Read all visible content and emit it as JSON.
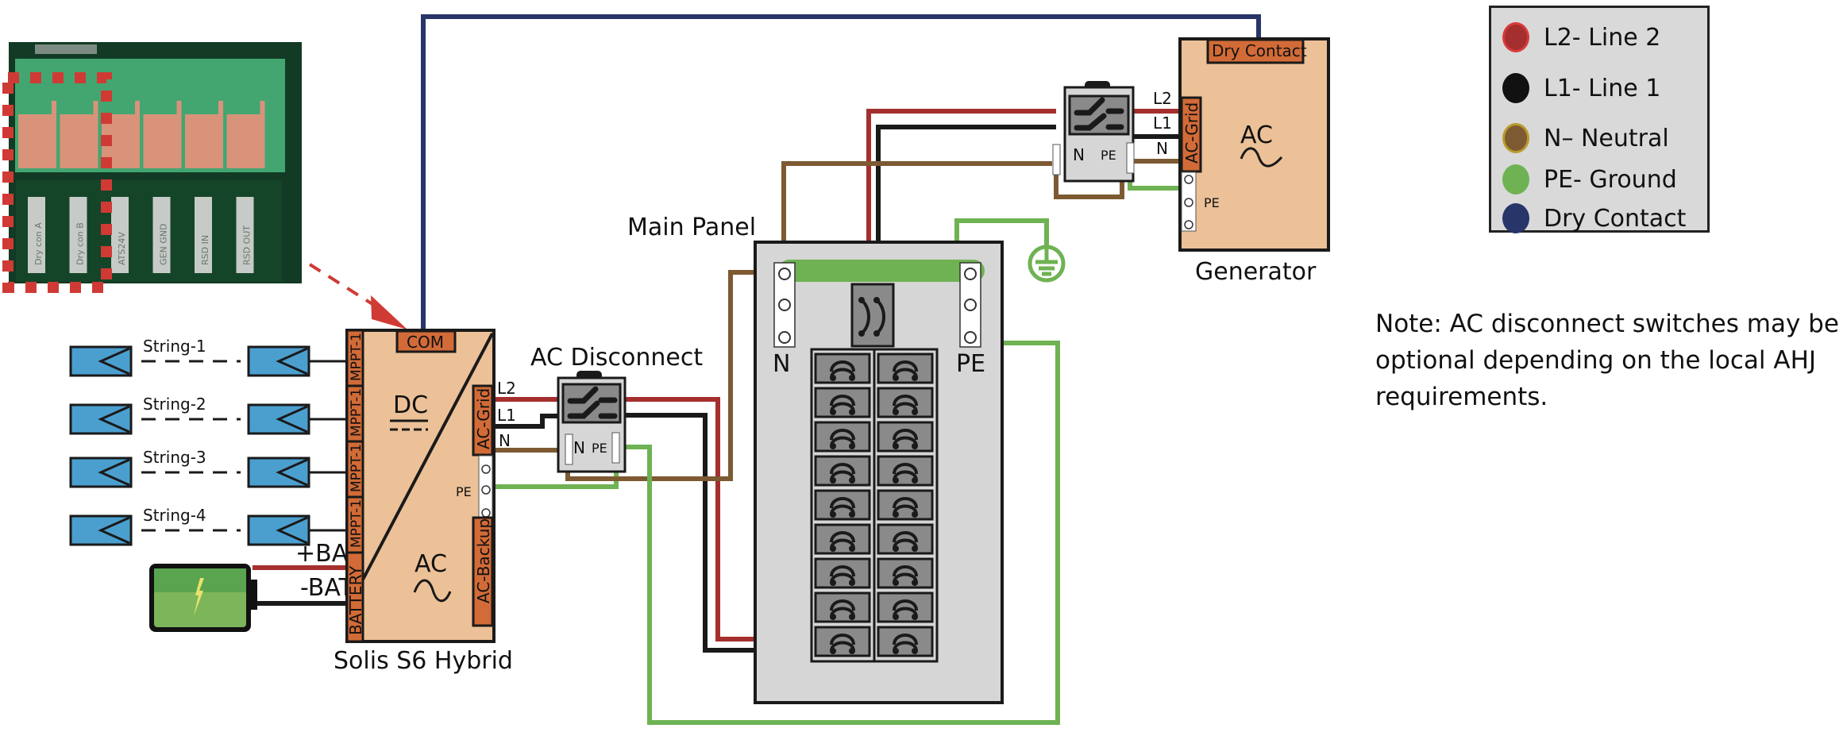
{
  "diagram": {
    "type": "wiring-diagram",
    "title_labels": {
      "inverter": "Solis S6 Hybrid",
      "ac_disconnect": "AC Disconnect",
      "main_panel": "Main Panel",
      "generator": "Generator"
    }
  },
  "photo_inset": {
    "terminal_labels": [
      "Dry con A",
      "Dry con B",
      "ATS24V",
      "GEN GND",
      "RSD IN",
      "RSD OUT"
    ],
    "highlight": "Dry con A / Dry con B"
  },
  "strings": [
    {
      "label": "String-1"
    },
    {
      "label": "String-2"
    },
    {
      "label": "String-3"
    },
    {
      "label": "String-4"
    }
  ],
  "inverter": {
    "com_label": "COM",
    "mppt_labels": [
      "MPPT-1",
      "MPPT-1",
      "MPPT-1",
      "MPPT-1"
    ],
    "battery_port_label": "BATTERY",
    "dc_label": "DC",
    "ac_label": "AC",
    "ac_grid_label": "AC-Grid",
    "ac_backup_label": "AC-Backup",
    "pe_label": "PE",
    "wire_labels": {
      "l2": "L2",
      "l1": "L1",
      "n": "N"
    }
  },
  "battery": {
    "pos_label": "+BAT",
    "neg_label": "-BAT"
  },
  "ac_disconnect": {
    "n_label": "N",
    "pe_label": "PE"
  },
  "main_panel": {
    "n_label": "N",
    "pe_label": "PE",
    "breaker_rows": 9,
    "breaker_columns": 2
  },
  "generator": {
    "dry_contact_label": "Dry Contact",
    "ac_grid_label": "AC-Grid",
    "ac_label": "AC",
    "pe_label": "PE",
    "wire_labels": {
      "l2": "L2",
      "l1": "L1",
      "n": "N"
    },
    "switch": {
      "n_label": "N",
      "pe_label": "PE"
    }
  },
  "legend": {
    "items": [
      {
        "label": "L2- Line 2",
        "color": "#a52f2f",
        "ring": "#d93a3a"
      },
      {
        "label": "L1- Line 1",
        "color": "#111111",
        "ring": "#111111"
      },
      {
        "label": "N– Neutral",
        "color": "#7d5a32",
        "ring": "#b89a2a"
      },
      {
        "label": "PE- Ground",
        "color": "#6fb253",
        "ring": "#6fb253"
      },
      {
        "label": "Dry Contact",
        "color": "#283568",
        "ring": "#283568"
      }
    ]
  },
  "note": {
    "text": "Note: AC disconnect switches may be optional depending on the local AHJ requirements."
  },
  "colors": {
    "l2": "#a52f2f",
    "l1": "#1a1a1a",
    "neutral": "#7d5a32",
    "ground": "#6fb253",
    "dry_contact": "#283568",
    "device_fill": "#ecc197",
    "port_fill": "#d26b37",
    "panel_fill": "#d6d6d6",
    "breaker_fill": "#8a8a8a",
    "solar_fill": "#4b9fcf",
    "highlight_red": "#d03a35"
  }
}
